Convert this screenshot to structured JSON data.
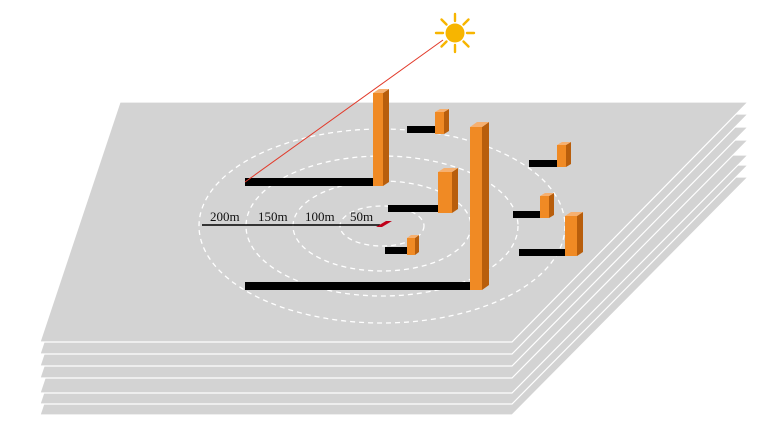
{
  "scale_labels": [
    "200m",
    "150m",
    "100m",
    "50m"
  ],
  "colors": {
    "plane_fill": "#d3d3d3",
    "plane_stroke": "#ffffff",
    "building_front": "#f08a24",
    "building_side": "#b85e0c",
    "building_top": "#f6b070",
    "shadow": "#000000",
    "sun": "#f7b500",
    "sun_ray": "#e23a2a",
    "ring": "#ffffff",
    "center_marker": "#c0001a"
  },
  "icons": [
    "sun-icon",
    "center-marker-icon"
  ]
}
